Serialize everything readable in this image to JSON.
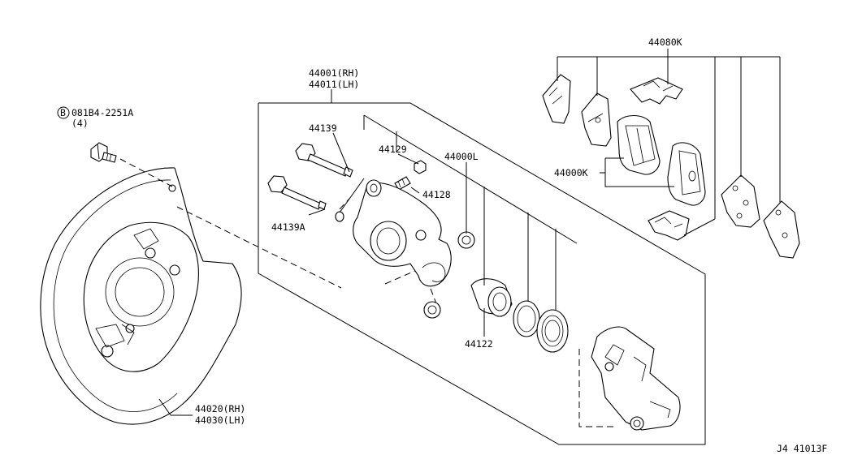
{
  "labels": {
    "caliper_assy_rh": "44001(RH)",
    "caliper_assy_lh": "44011(LH)",
    "bolt_circle": "B",
    "bolt_part": "081B4-2251A",
    "bolt_qty": "(4)",
    "pin_bolt_upper": "44139",
    "bleeder_cap": "44129",
    "bleeder_screw": "44128",
    "pin_bolt_lower": "44139A",
    "seal_kit": "44000L",
    "piston": "44122",
    "pad_kit": "44000K",
    "hardware_kit": "44080K",
    "backing_plate_rh": "44020(RH)",
    "backing_plate_lh": "44030(LH)",
    "diagram_code": "J4 41013F"
  }
}
